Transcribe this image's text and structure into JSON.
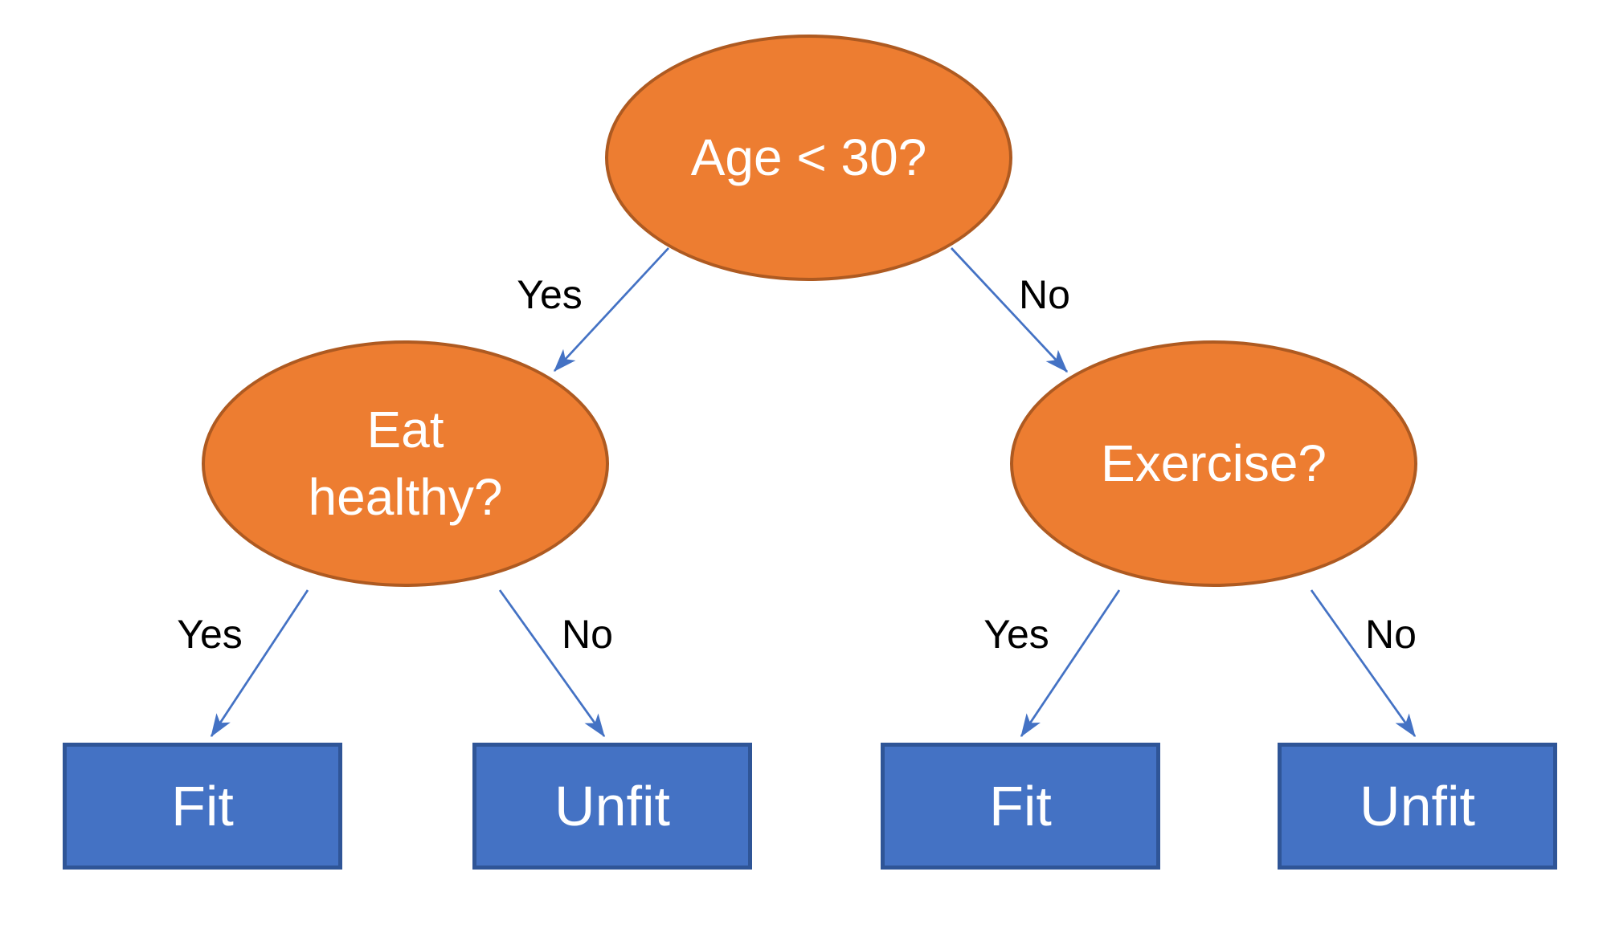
{
  "diagram": {
    "type": "decision-tree",
    "background": "#FFFFFF",
    "colors": {
      "decision_node_fill": "#ED7D31",
      "decision_node_border": "#AE5A21",
      "leaf_node_fill": "#4472C4",
      "leaf_node_border": "#2F5597",
      "edge_line": "#4472C4",
      "node_text": "#FFFFFF",
      "edge_label_text": "#000000"
    },
    "nodes": {
      "root": {
        "label": "Age < 30?",
        "shape": "ellipse"
      },
      "eat_healthy": {
        "label": "Eat healthy?",
        "shape": "ellipse"
      },
      "exercise": {
        "label": "Exercise?",
        "shape": "ellipse"
      },
      "left_fit": {
        "label": "Fit",
        "shape": "rectangle"
      },
      "left_unfit": {
        "label": "Unfit",
        "shape": "rectangle"
      },
      "right_fit": {
        "label": "Fit",
        "shape": "rectangle"
      },
      "right_unfit": {
        "label": "Unfit",
        "shape": "rectangle"
      }
    },
    "edges": [
      {
        "from": "root",
        "to": "eat_healthy",
        "label": "Yes"
      },
      {
        "from": "root",
        "to": "exercise",
        "label": "No"
      },
      {
        "from": "eat_healthy",
        "to": "left_fit",
        "label": "Yes"
      },
      {
        "from": "eat_healthy",
        "to": "left_unfit",
        "label": "No"
      },
      {
        "from": "exercise",
        "to": "right_fit",
        "label": "Yes"
      },
      {
        "from": "exercise",
        "to": "right_unfit",
        "label": "No"
      }
    ]
  }
}
